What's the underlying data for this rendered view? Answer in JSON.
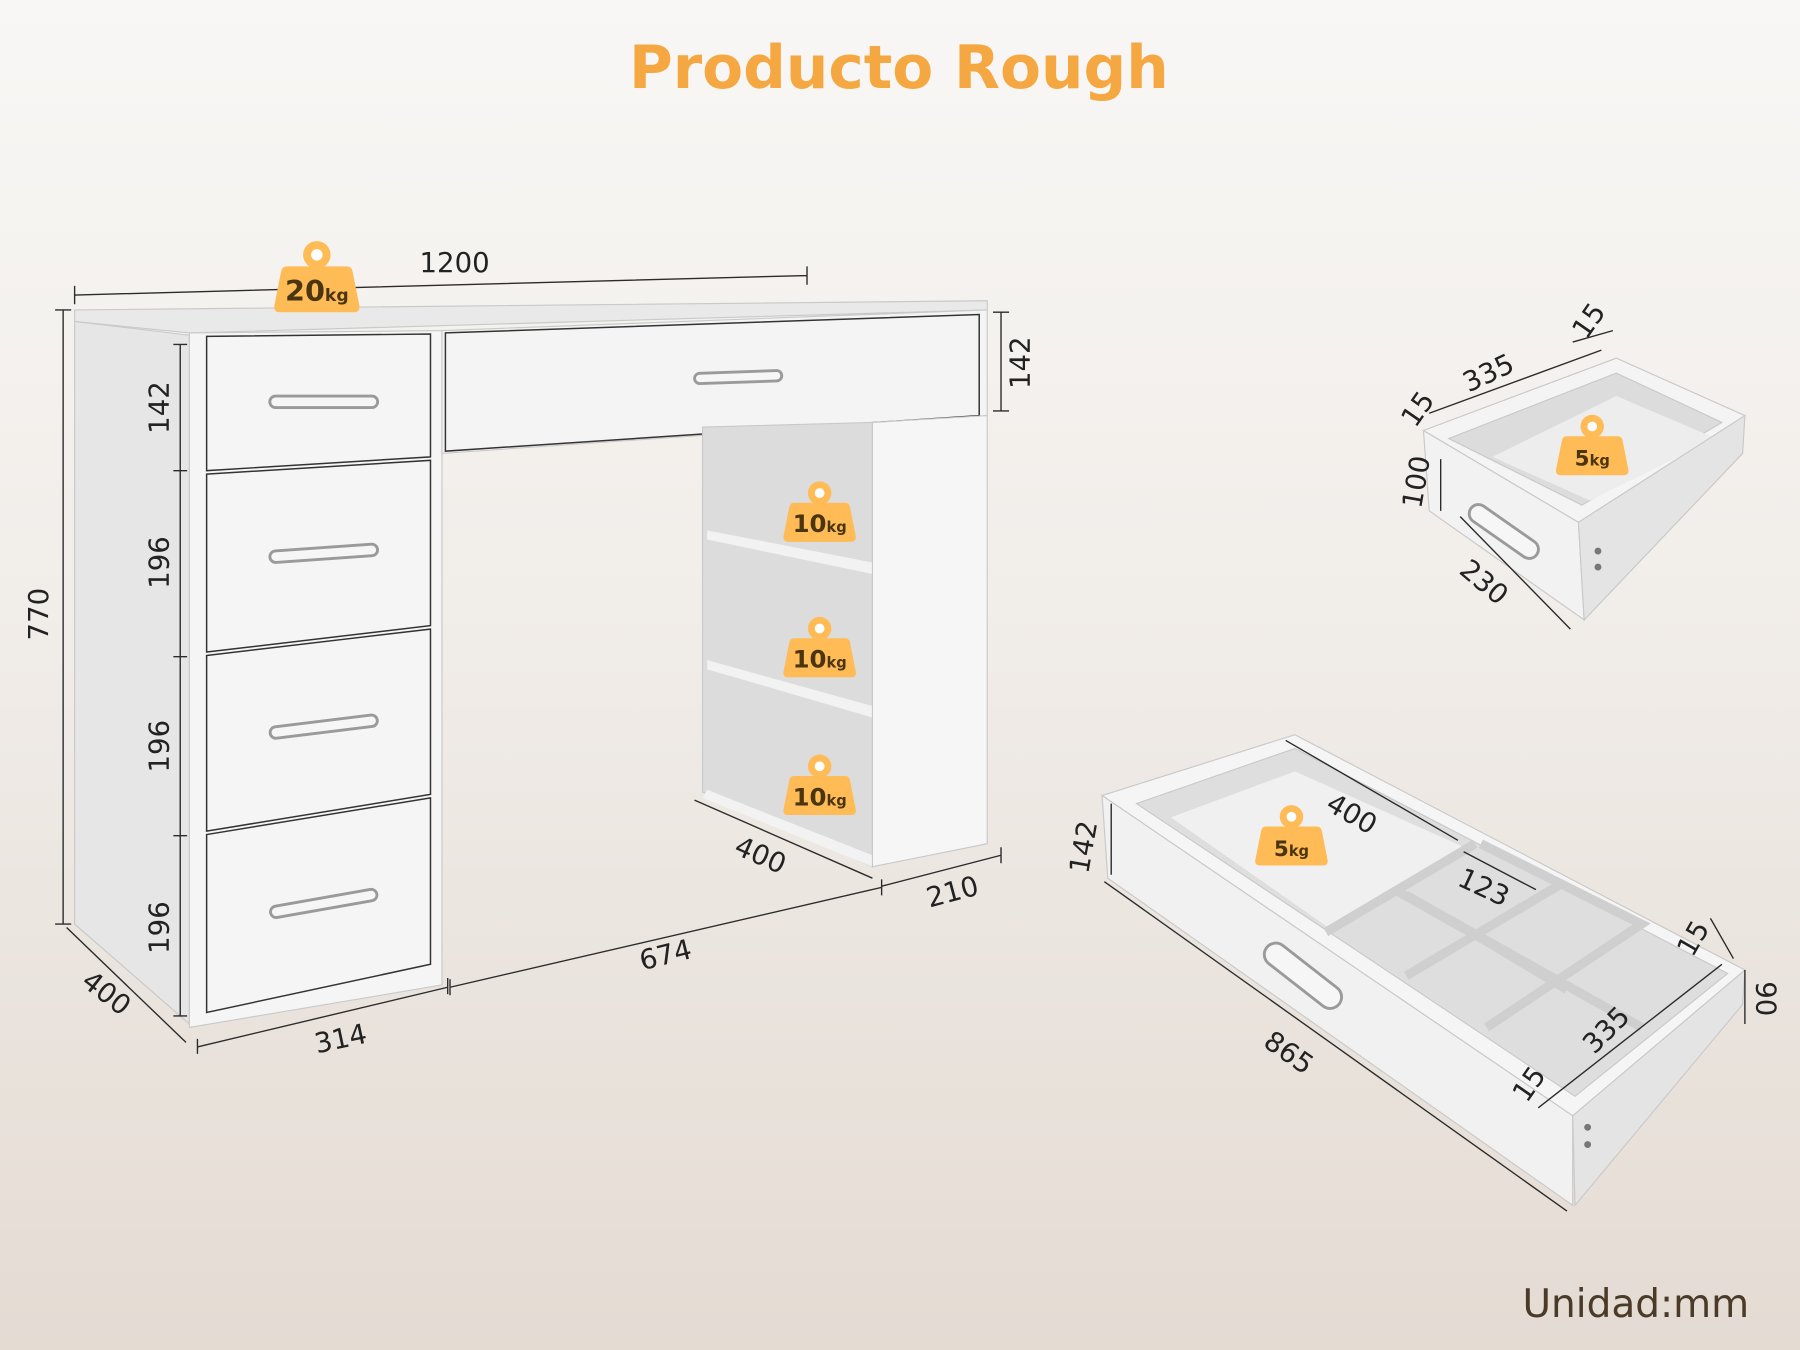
{
  "title": "Producto Rough",
  "unit_label": "Unidad:mm",
  "colors": {
    "title": "#F5A742",
    "weight_badge": "#FFBB55",
    "weight_text": "#4A3510",
    "unit_text": "#4A3A28"
  },
  "weight_unit": "kg",
  "desk": {
    "width": "1200",
    "height": "770",
    "depth": "400",
    "left_drawer_heights": [
      "142",
      "196",
      "196",
      "196"
    ],
    "top_drawer_height": "142",
    "left_pedestal_width": "314",
    "knee_space_width": "674",
    "shelf_depth": "400",
    "right_pedestal_width": "210",
    "top_weight": "20",
    "shelf_weights": [
      "10",
      "10",
      "10"
    ]
  },
  "small_drawer": {
    "side_thickness_right": "15",
    "inner_width": "335",
    "side_thickness_left": "15",
    "height": "100",
    "depth": "230",
    "weight": "5"
  },
  "large_drawer": {
    "main_compartment": "400",
    "small_compartment": "123",
    "front_height": "142",
    "side_thickness_top": "15",
    "side_height": "90",
    "inner_depth": "335",
    "side_thickness_bottom": "15",
    "length": "865",
    "weight": "5"
  }
}
